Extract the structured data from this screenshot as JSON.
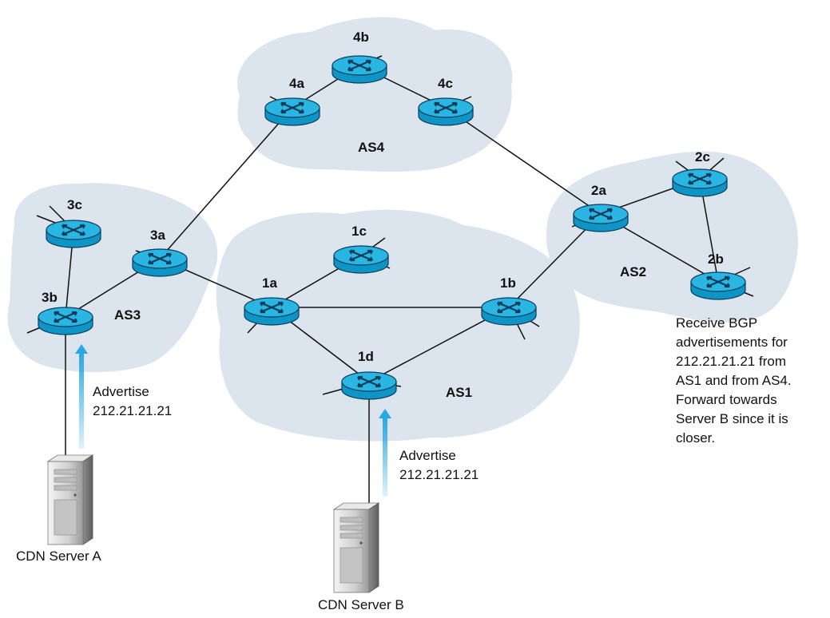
{
  "colors": {
    "as_cloud": "#dce4ed",
    "router_top": "#2bb5e3",
    "router_body": "#0f94c6",
    "router_edge": "#0b3e5a",
    "link": "#111111",
    "advertise_arrow": "#2aa8e6",
    "server_body": "#d6d6d6"
  },
  "autonomous_systems": [
    {
      "id": "as1",
      "label": "AS1"
    },
    {
      "id": "as2",
      "label": "AS2"
    },
    {
      "id": "as3",
      "label": "AS3"
    },
    {
      "id": "as4",
      "label": "AS4"
    }
  ],
  "routers": [
    {
      "id": "4a",
      "label": "4a"
    },
    {
      "id": "4b",
      "label": "4b"
    },
    {
      "id": "4c",
      "label": "4c"
    },
    {
      "id": "3a",
      "label": "3a"
    },
    {
      "id": "3b",
      "label": "3b"
    },
    {
      "id": "3c",
      "label": "3c"
    },
    {
      "id": "1a",
      "label": "1a"
    },
    {
      "id": "1b",
      "label": "1b"
    },
    {
      "id": "1c",
      "label": "1c"
    },
    {
      "id": "1d",
      "label": "1d"
    },
    {
      "id": "2a",
      "label": "2a"
    },
    {
      "id": "2b",
      "label": "2b"
    },
    {
      "id": "2c",
      "label": "2c"
    }
  ],
  "links": [
    [
      "4a",
      "4b"
    ],
    [
      "4b",
      "4c"
    ],
    [
      "4a",
      "3a"
    ],
    [
      "4c",
      "2a"
    ],
    [
      "3a",
      "3b"
    ],
    [
      "3b",
      "3c"
    ],
    [
      "3a",
      "1a"
    ],
    [
      "1a",
      "1b"
    ],
    [
      "1a",
      "1c"
    ],
    [
      "1a",
      "1d"
    ],
    [
      "1d",
      "1b"
    ],
    [
      "1b",
      "2a"
    ],
    [
      "2a",
      "2c"
    ],
    [
      "2a",
      "2b"
    ],
    [
      "2c",
      "2b"
    ]
  ],
  "servers": [
    {
      "id": "server-a",
      "label": "CDN Server A",
      "attached_to": "3b"
    },
    {
      "id": "server-b",
      "label": "CDN Server B",
      "attached_to": "1d"
    }
  ],
  "advertisements": [
    {
      "id": "adv-a",
      "lines": [
        "Advertise",
        "212.21.21.21"
      ]
    },
    {
      "id": "adv-b",
      "lines": [
        "Advertise",
        "212.21.21.21"
      ]
    }
  ],
  "note": {
    "lines": [
      "Receive BGP",
      "advertisements for",
      "212.21.21.21 from",
      "AS1 and from AS4.",
      "Forward towards",
      "Server B since it is",
      "closer."
    ]
  }
}
